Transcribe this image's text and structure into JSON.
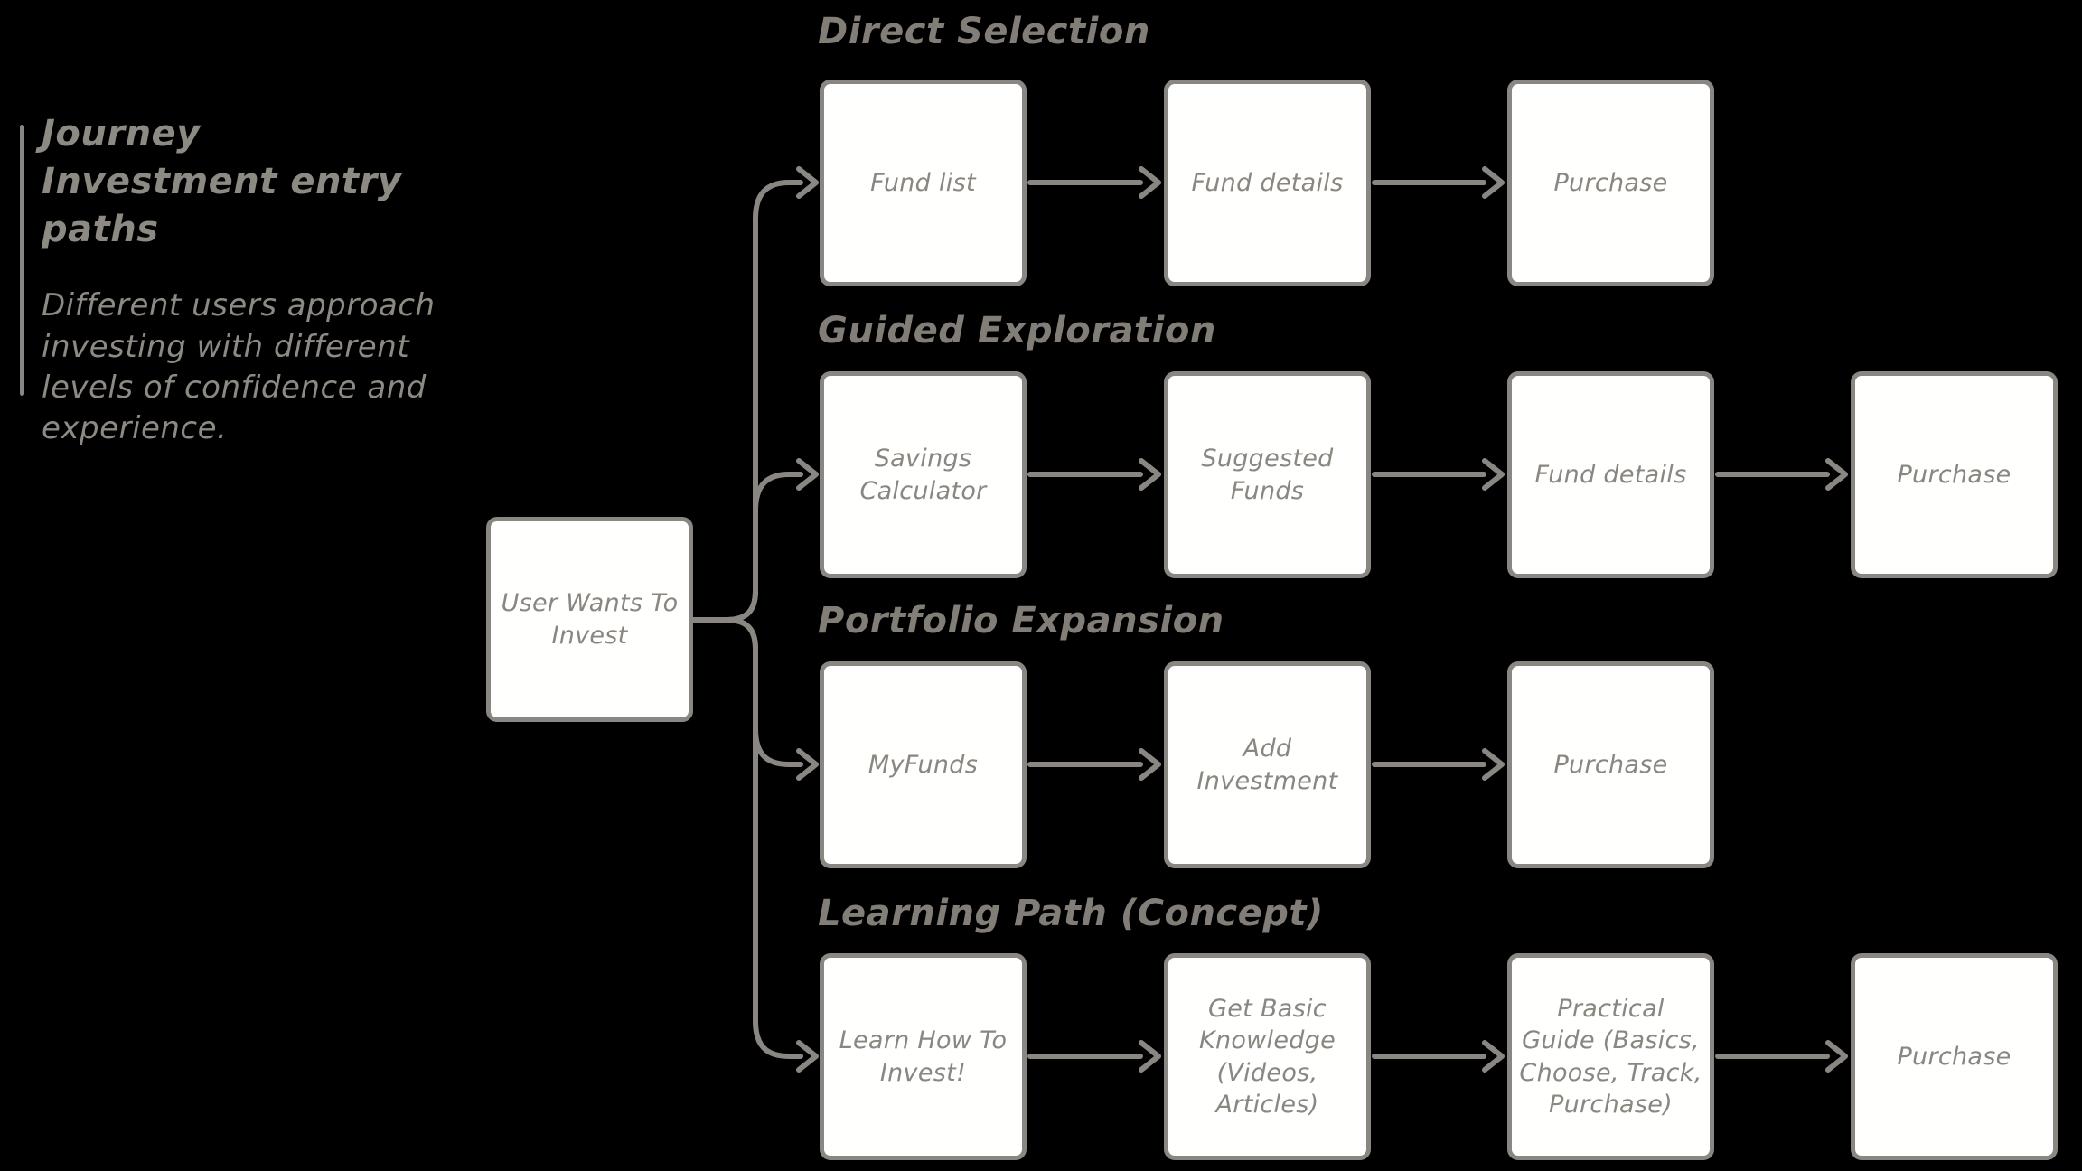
{
  "note": {
    "title": "Journey Investment entry paths",
    "description": "Different users approach investing with different levels of confidence and experience."
  },
  "root_node": {
    "label": "User Wants To Invest"
  },
  "lanes": [
    {
      "title": "Direct Selection",
      "nodes": [
        "Fund list",
        "Fund details",
        "Purchase"
      ]
    },
    {
      "title": "Guided Exploration",
      "nodes": [
        "Savings Calculator",
        "Suggested Funds",
        "Fund details",
        "Purchase"
      ]
    },
    {
      "title": "Portfolio Expansion",
      "nodes": [
        "MyFunds",
        "Add Investment",
        "Purchase"
      ]
    },
    {
      "title": "Learning Path (Concept)",
      "nodes": [
        "Learn How To Invest!",
        "Get Basic Knowledge (Videos, Articles)",
        "Practical Guide (Basics, Choose, Track, Purchase)",
        "Purchase"
      ]
    }
  ],
  "colors": {
    "background": "#000000",
    "box_fill": "#fffffe",
    "stroke": "#8a8782",
    "arrow": "#817d76",
    "node_text": "#8a8680",
    "header_text": "#827e77",
    "note_text": "#8d8983"
  }
}
